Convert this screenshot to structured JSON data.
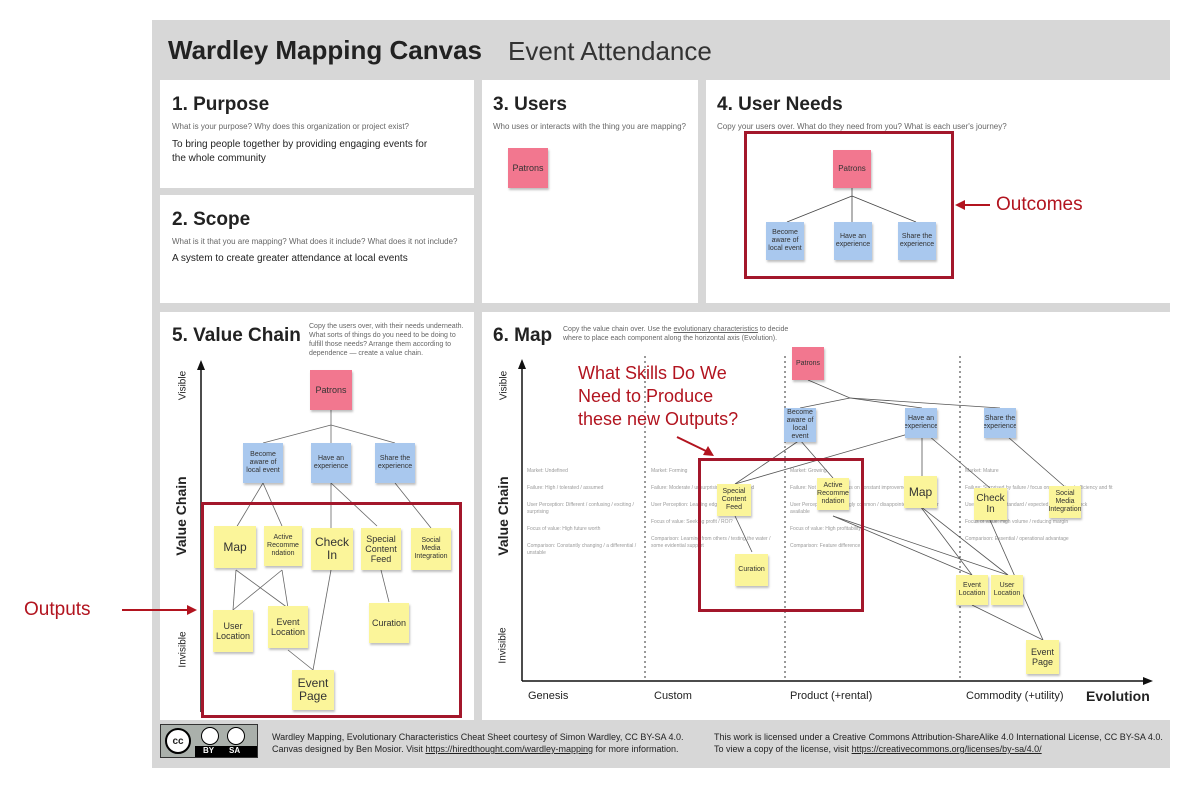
{
  "header": {
    "title": "Wardley Mapping Canvas",
    "subtitle": "Event Attendance"
  },
  "purpose": {
    "title": "1. Purpose",
    "question": "What is your purpose? Why does this organization or project exist?",
    "answer": "To bring people together by providing engaging events for the whole community"
  },
  "scope": {
    "title": "2. Scope",
    "question": "What is it that you are mapping? What does it include? What does it not include?",
    "answer": "A system to create greater attendance at local events"
  },
  "users": {
    "title": "3. Users",
    "question": "Who uses or interacts with the thing you are mapping?",
    "sticky": "Patrons"
  },
  "user_needs": {
    "title": "4. User Needs",
    "question": "Copy your users over. What do they need from you? What is each user's journey?",
    "user": "Patrons",
    "needs": [
      "Become aware of local event",
      "Have an experience",
      "Share the experience"
    ]
  },
  "value_chain": {
    "title": "5. Value Chain",
    "instructions": "Copy the users over, with their needs underneath. What sorts of things do you need to be doing to fulfill those needs? Arrange them according to dependence — create a value chain.",
    "axis_label": "Value Chain",
    "axis_top": "Visible",
    "axis_bottom": "Invisible",
    "user": "Patrons",
    "needs": [
      "Become aware of local event",
      "Have an experience",
      "Share the experience"
    ],
    "components": {
      "map": "Map",
      "active": "Active Recomme ndation",
      "checkin": "Check In",
      "special": "Special Content Feed",
      "social": "Social Media Integration",
      "userloc": "User Location",
      "eventloc": "Event Location",
      "curation": "Curation",
      "eventpage": "Event Page"
    }
  },
  "map": {
    "title": "6. Map",
    "instructions_a": "Copy the value chain over. Use the ",
    "instructions_link": "evolutionary characteristics",
    "instructions_b": " to decide where to place each component along the horizontal axis (Evolution).",
    "axis_y": "Value Chain",
    "axis_top": "Visible",
    "axis_bottom": "Invisible",
    "axis_x": "Evolution",
    "stages": [
      "Genesis",
      "Custom",
      "Product (+rental)",
      "Commodity (+utility)"
    ],
    "stage_notes": [
      [
        "Market: Undefined",
        "Failure: High / tolerated / assumed",
        "User Perception: Different / confusing / exciting / surprising",
        "Focus of value: High future worth",
        "Comparison: Constantly changing / a differential / unstable"
      ],
      [
        "Market: Forming",
        "Failure: Moderate / unsurprising / disappointed",
        "User Perception: Leading edge / emerging",
        "Focus of value: Seeking profit / ROI?",
        "Comparison: Learning from others / testing the water / some evidential support"
      ],
      [
        "Market: Growing",
        "Failure: Not tolerated / focus on constant improvement",
        "User Perception: Increasingly common / disappointed if not used or available",
        "Focus of value: High profitability",
        "Comparison: Feature difference"
      ],
      [
        "Market: Mature",
        "Failure: Surprised by failure / focus on operational efficiency and fit",
        "User Perception: Standard / expected / feeling of shock",
        "Focus of value: High volume / reducing margin",
        "Comparison: Essential / operational advantage"
      ]
    ],
    "user": "Patrons",
    "needs": [
      "Become aware of local event",
      "Have an experience",
      "Share the experience"
    ],
    "components": {
      "special": "Special Content Feed",
      "active": "Active Recomme ndation",
      "map": "Map",
      "checkin": "Check In",
      "social": "Social Media Integration",
      "curation": "Curation",
      "eventloc": "Event Location",
      "userloc": "User Location",
      "eventpage": "Event Page"
    }
  },
  "annotations": {
    "outcomes": "Outcomes",
    "outputs": "Outputs",
    "skills": [
      "What Skills Do We",
      "Need to Produce",
      "these new Outputs?"
    ]
  },
  "footer": {
    "cc_by": "BY",
    "cc_sa": "SA",
    "credit_line1": "Wardley Mapping, Evolutionary Characteristics Cheat Sheet courtesy of Simon Wardley, CC BY-SA 4.0.",
    "credit_line2_a": "Canvas designed by Ben Mosior. Visit ",
    "credit_link": "https://hiredthought.com/wardley-mapping",
    "credit_line2_b": " for more information.",
    "license_line1": "This work is licensed under a Creative Commons Attribution-ShareAlike 4.0 International License, CC BY-SA 4.0.",
    "license_line2_a": "To view a copy of the license, visit ",
    "license_link": "https://creativecommons.org/licenses/by-sa/4.0/"
  },
  "colors": {
    "annotation_red": "#b2141f",
    "user_pink": "#f2778f",
    "need_blue": "#a9c8ee",
    "component_yellow": "#fbf59a"
  }
}
